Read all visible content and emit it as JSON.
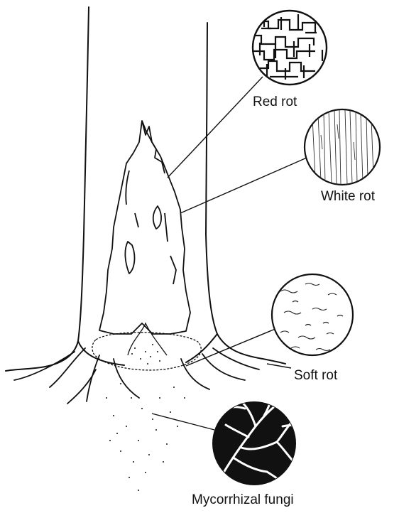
{
  "labels": {
    "red_rot": "Red rot",
    "white_rot": "White rot",
    "soft_rot": "Soft rot",
    "mycorrhizal": "Mycorrhizal fungi"
  },
  "colors": {
    "ink": "#111111",
    "background": "#ffffff"
  }
}
